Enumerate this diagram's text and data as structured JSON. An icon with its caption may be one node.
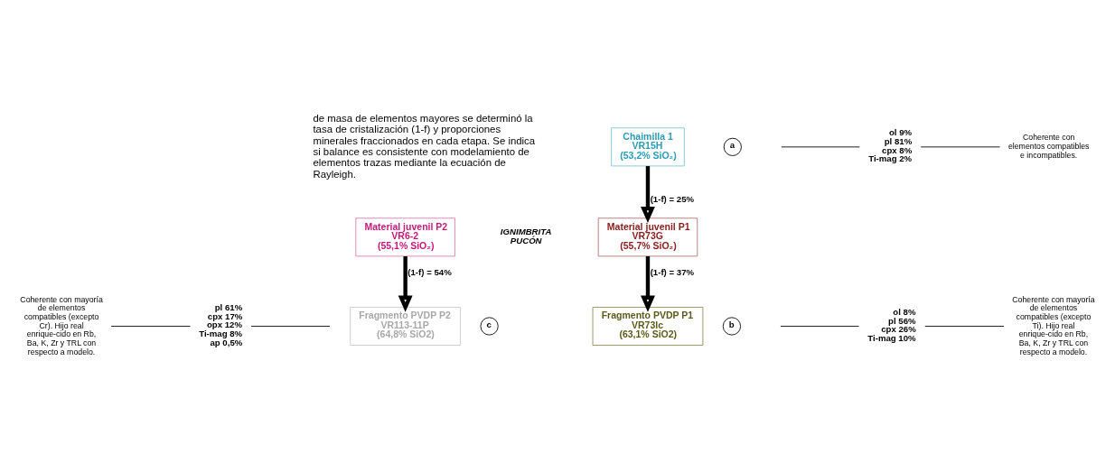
{
  "diagram": {
    "nodes": [
      {
        "text": [
          "Chaimilla 1",
          "VR15H",
          "(53,2% SiO₂)"
        ]
      },
      {
        "text": [
          "Material juvenil P1",
          "VR73G",
          "(55,7% SiO₂)"
        ]
      },
      {
        "text": [
          "Fragmento PVDP P1",
          "VR73lc",
          "(63,1% SiO2)"
        ]
      },
      {
        "text": [
          "Material juvenil P2",
          "VR6-2",
          "(55,1% SiO₂)"
        ]
      },
      {
        "text": [
          "Fragmento PVDP P2",
          "VR113-11P",
          "(64,8% SiO2)"
        ]
      },
      {
        "text": [
          "a"
        ]
      },
      {
        "text": [
          "ol 9%",
          "pl 81%",
          "cpx 8%",
          "Ti-mag 2%"
        ]
      },
      {
        "text": [
          "Coherente con elementos compatibles e incompatibles."
        ]
      },
      {
        "text": [
          "b"
        ]
      },
      {
        "text": [
          "ol 8%",
          "pl 56%",
          "cpx 26%",
          "Ti-mag 10%"
        ]
      },
      {
        "text": [
          "Coherente con mayoría de elementos compatibles (excepto Ti). Hijo real enrique-cido en Rb, Ba, K, Zr y TRL con respecto a modelo."
        ]
      },
      {
        "text": [
          "c"
        ]
      },
      {
        "text": [
          "pl 61%",
          "cpx 17%",
          "opx 12%",
          "Ti-mag 8%",
          "ap 0,5%"
        ]
      },
      {
        "text": [
          "Coherente con mayoría de elementos compatibles (excepto Cr). Hijo real enrique-cido en Rb, Ba, K, Zr y TRL con respecto a modelo."
        ]
      }
    ],
    "edges": [
      {
        "from": 0,
        "to": 1,
        "arrow": "to",
        "label": "(1-f) = 25%",
        "style": "thick"
      },
      {
        "from": 1,
        "to": 2,
        "arrow": "to",
        "label": "(1-f) = 37%",
        "style": "thick"
      },
      {
        "from": 3,
        "to": 4,
        "arrow": "to",
        "label": "(1-f) = 54%",
        "style": "thick"
      },
      {
        "from": null,
        "to": 6,
        "arrow": "none"
      },
      {
        "from": 6,
        "to": 7,
        "arrow": "none"
      },
      {
        "from": null,
        "to": 9,
        "arrow": "none"
      },
      {
        "from": 9,
        "to": 10,
        "arrow": "none"
      },
      {
        "from": 13,
        "to": 12,
        "arrow": "none"
      },
      {
        "from": 12,
        "to": null,
        "arrow": "none"
      }
    ],
    "labels": [
      "de masa de elementos mayores se determinó la tasa de cristalización (1-f) y proporciones minerales fraccionados en cada etapa. Se indica si balance es consistente con modelamiento de elementos trazas mediante la ecuación de Rayleigh.",
      "IGNIMBRITA PUCÓN"
    ]
  }
}
